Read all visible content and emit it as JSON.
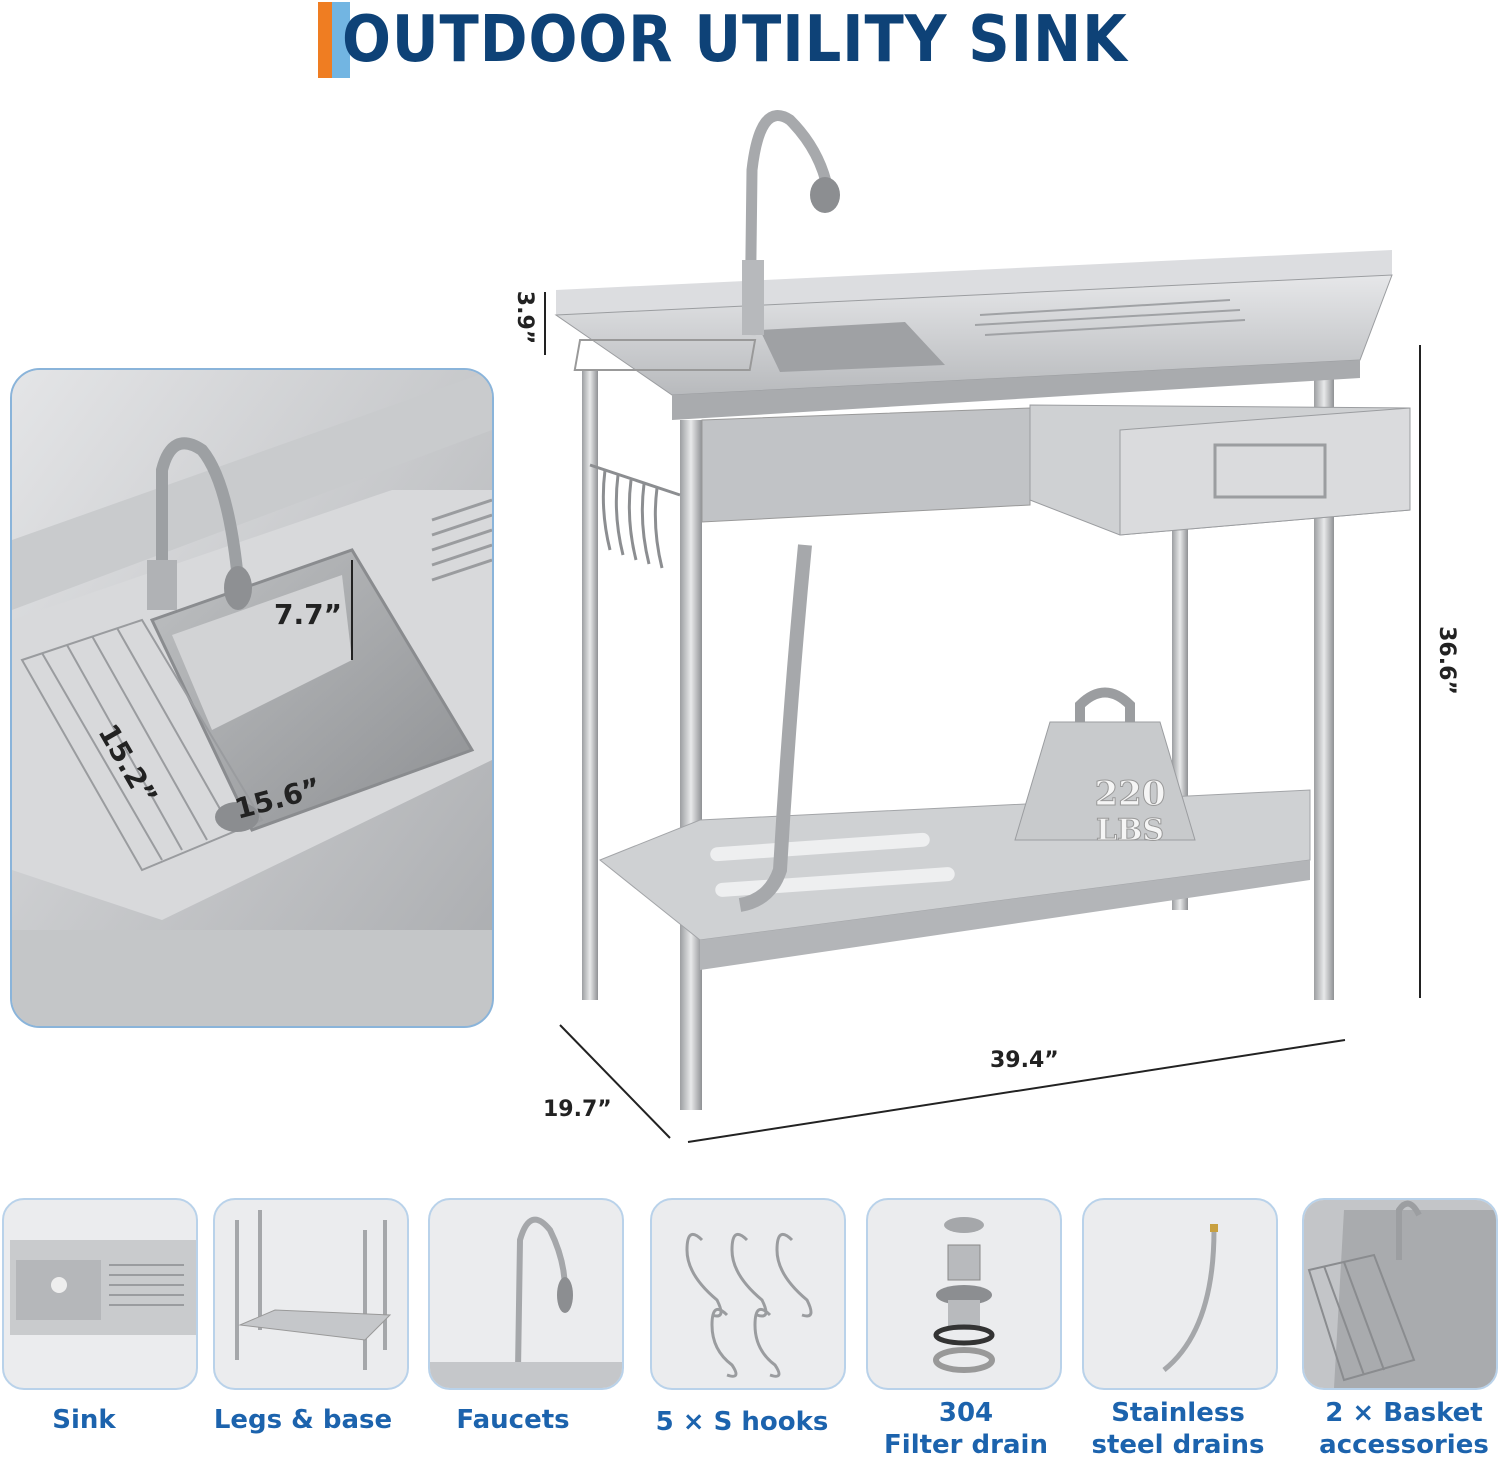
{
  "title": "OUTDOOR UTILITY SINK",
  "dimensions": {
    "backsplash_height": "3.9”",
    "total_height": "36.6”",
    "width": "39.4”",
    "depth": "19.7”"
  },
  "inset": {
    "bowl_depth": "7.7”",
    "bowl_width": "15.2”",
    "bowl_length": "15.6”"
  },
  "weight_label": [
    "220",
    "LBS"
  ],
  "components": [
    {
      "lines": [
        "Sink"
      ]
    },
    {
      "lines": [
        "Legs & base"
      ]
    },
    {
      "lines": [
        "Faucets"
      ]
    },
    {
      "lines": [
        "5 × S hooks"
      ]
    },
    {
      "lines": [
        "304",
        "Filter drain"
      ]
    },
    {
      "lines": [
        "Stainless",
        "steel drains"
      ]
    },
    {
      "lines": [
        "2 × Basket",
        "accessories"
      ]
    }
  ],
  "colors": {
    "brand_blue": "#0e4277",
    "label_blue": "#1c63ad",
    "accent_orange": "#ef7d22",
    "accent_light_blue": "#72b5e2"
  }
}
